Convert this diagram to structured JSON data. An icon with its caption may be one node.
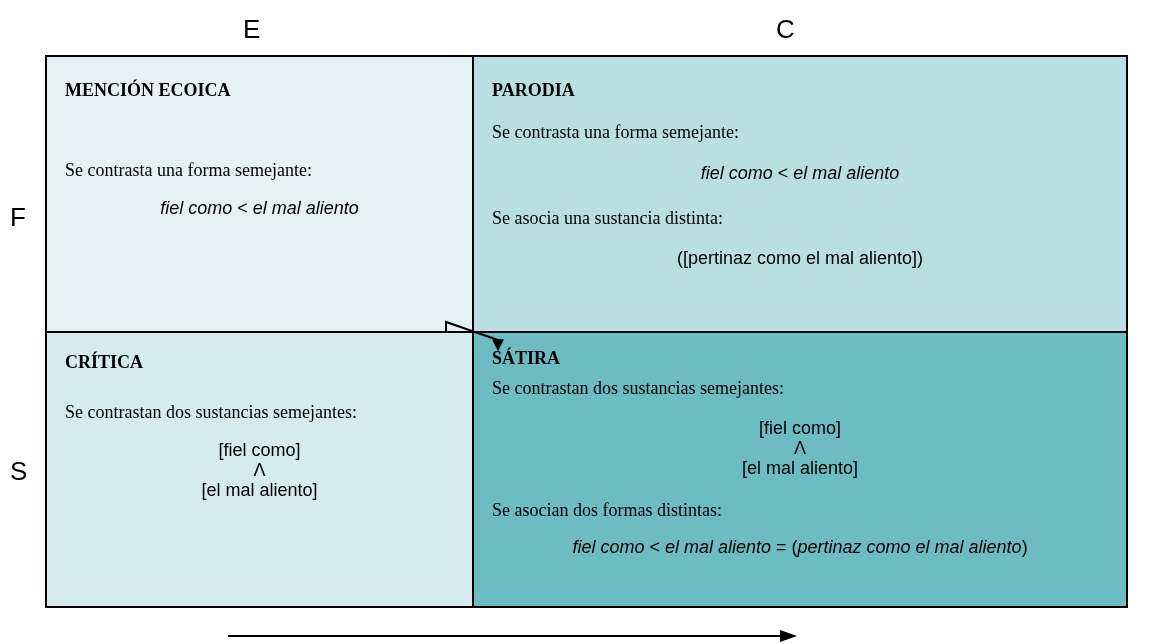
{
  "diagram": {
    "nodes": [
      {
        "text": [
          "MENCIÓN ECOICA",
          "Se contrasta una forma semejante:",
          "*fiel como* < *el mal aliento*"
        ]
      },
      {
        "text": [
          "PARODIA",
          "Se contrasta una forma semejante:",
          "*fiel como* < *el mal aliento*",
          "Se asocia una sustancia distinta:",
          "([pertinaz como el mal aliento])"
        ]
      },
      {
        "text": [
          "CRÍTICA",
          "Se contrastan dos sustancias semejantes:",
          "[fiel como]",
          "Λ",
          "[el mal aliento]"
        ]
      },
      {
        "text": [
          "SÁTIRA",
          "Se contrastan dos sustancias semejantes:",
          "[fiel como]",
          "Λ",
          "[el mal aliento]",
          "Se asocian dos formas distintas:",
          "*fiel como* < *el mal aliento* = (*pertinaz como el mal aliento*)"
        ]
      }
    ],
    "edges": [
      {
        "from": 0,
        "to": 3,
        "arrow": "to"
      }
    ],
    "labels": [
      "E",
      "C",
      "F",
      "S"
    ]
  }
}
